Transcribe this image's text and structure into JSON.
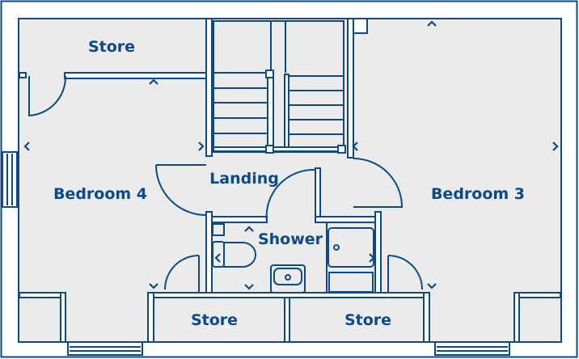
{
  "plan": {
    "rooms": {
      "store_top": "Store",
      "bedroom4": "Bedroom 4",
      "landing": "Landing",
      "shower": "Shower",
      "bedroom3": "Bedroom 3",
      "store_bottom_left": "Store",
      "store_bottom_right": "Store"
    },
    "colors": {
      "wall": "#0b4a86",
      "floor": "#ebebeb"
    }
  }
}
